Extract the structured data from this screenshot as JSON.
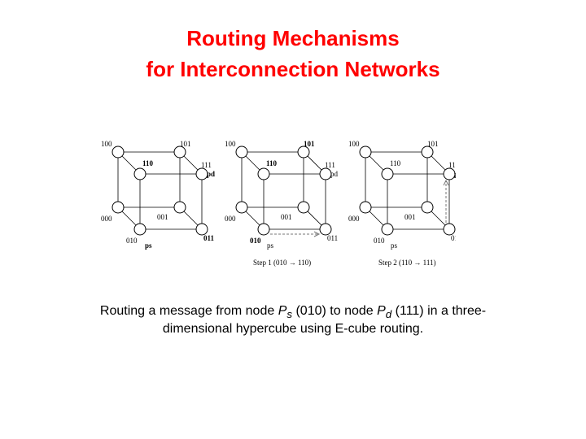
{
  "slide": {
    "title_line1": "Routing Mechanisms",
    "title_line2": "for Interconnection Networks"
  },
  "figure": {
    "node_labels": [
      "100",
      "101",
      "110",
      "111",
      "000",
      "001",
      "010",
      "011"
    ],
    "source_label": "ps",
    "dest_label": "pd",
    "step1_caption": "Step 1 (010 → 110)",
    "step2_caption": "Step 2 (110 → 111)"
  },
  "caption": {
    "line1": {
      "a": "Routing a message from node ",
      "ps_main": "P",
      "ps_sub": "s",
      "b": " (010) to node ",
      "pd_main": "P",
      "pd_sub": "d",
      "c": " (111) in a three-"
    },
    "line2": "dimensional hypercube using E-cube routing."
  },
  "colors": {
    "title": "#ff0000",
    "route_path": "#777777"
  }
}
